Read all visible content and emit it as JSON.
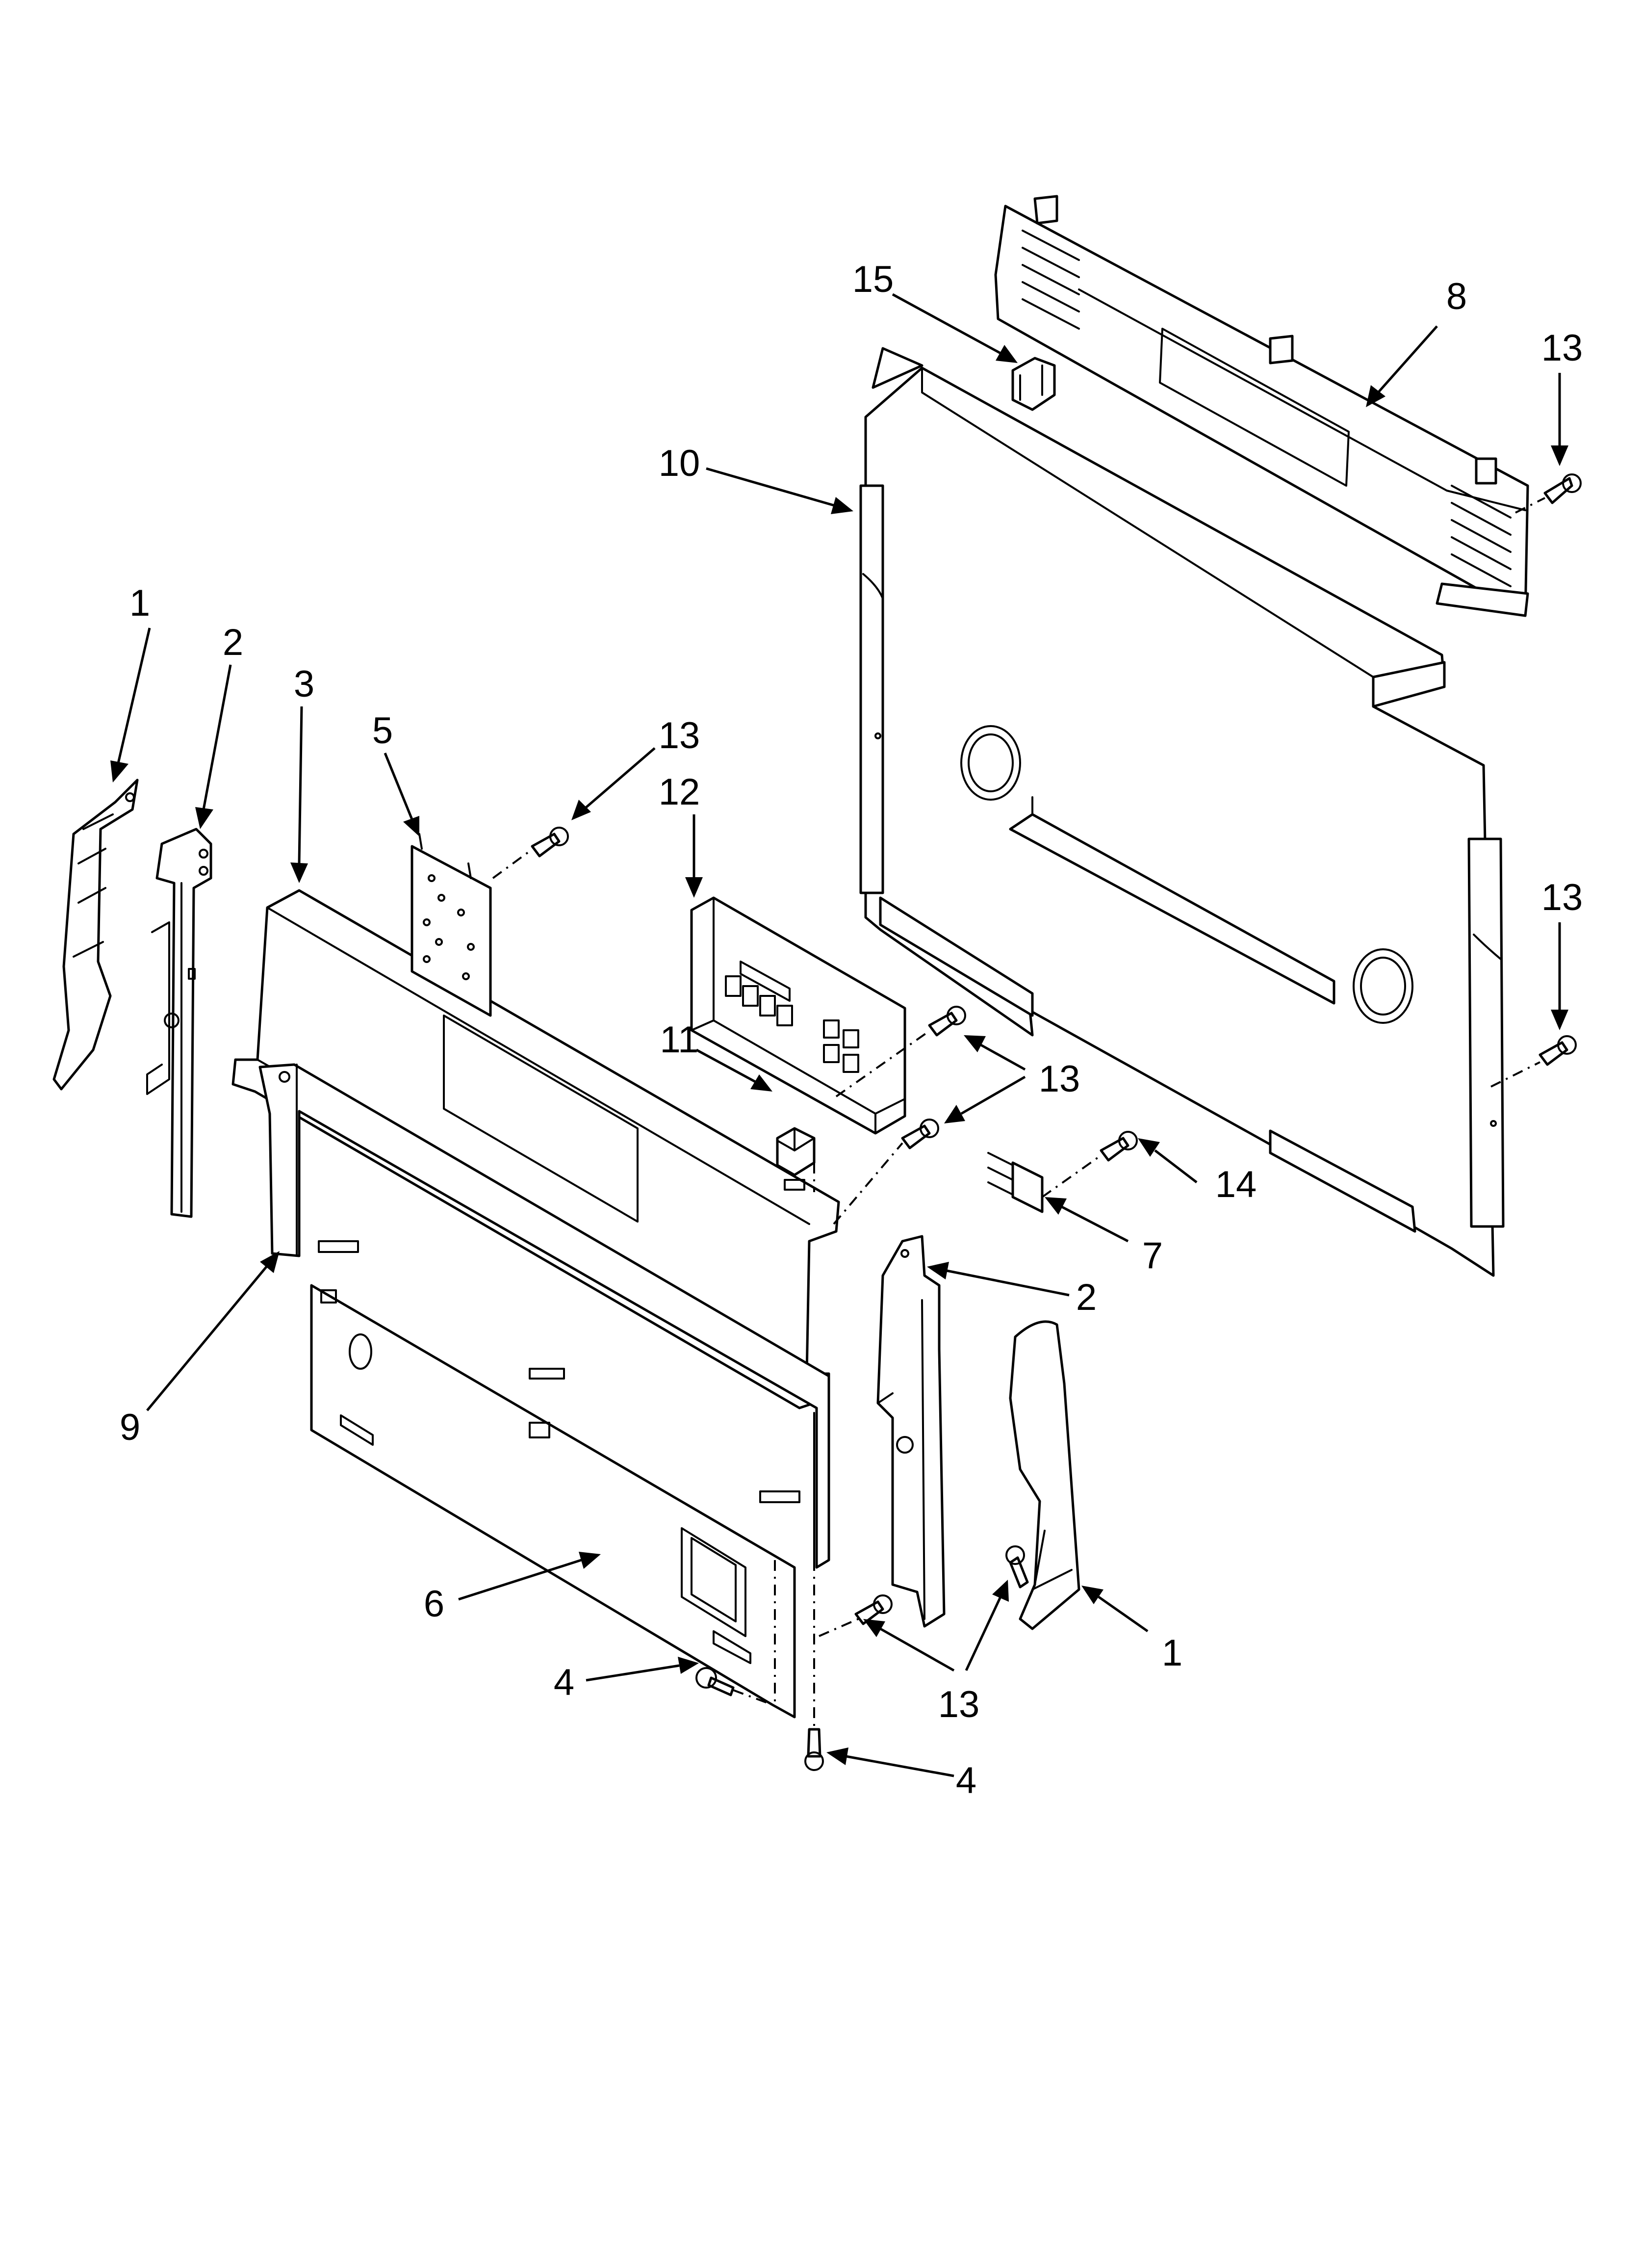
{
  "colors": {
    "line": "#000000",
    "background": "#ffffff"
  },
  "callouts": [
    {
      "id": "c1a",
      "text": "1"
    },
    {
      "id": "c2a",
      "text": "2"
    },
    {
      "id": "c3",
      "text": "3"
    },
    {
      "id": "c5",
      "text": "5"
    },
    {
      "id": "c13a",
      "text": "13"
    },
    {
      "id": "c12",
      "text": "12"
    },
    {
      "id": "c15",
      "text": "15"
    },
    {
      "id": "c8",
      "text": "8"
    },
    {
      "id": "c13b",
      "text": "13"
    },
    {
      "id": "c10",
      "text": "10"
    },
    {
      "id": "c13c",
      "text": "13"
    },
    {
      "id": "c11",
      "text": "11"
    },
    {
      "id": "c13d",
      "text": "13"
    },
    {
      "id": "c14",
      "text": "14"
    },
    {
      "id": "c7",
      "text": "7"
    },
    {
      "id": "c2b",
      "text": "2"
    },
    {
      "id": "c9",
      "text": "9"
    },
    {
      "id": "c6",
      "text": "6"
    },
    {
      "id": "c1b",
      "text": "1"
    },
    {
      "id": "c4a",
      "text": "4"
    },
    {
      "id": "c13e",
      "text": "13"
    },
    {
      "id": "c4b",
      "text": "4"
    }
  ]
}
